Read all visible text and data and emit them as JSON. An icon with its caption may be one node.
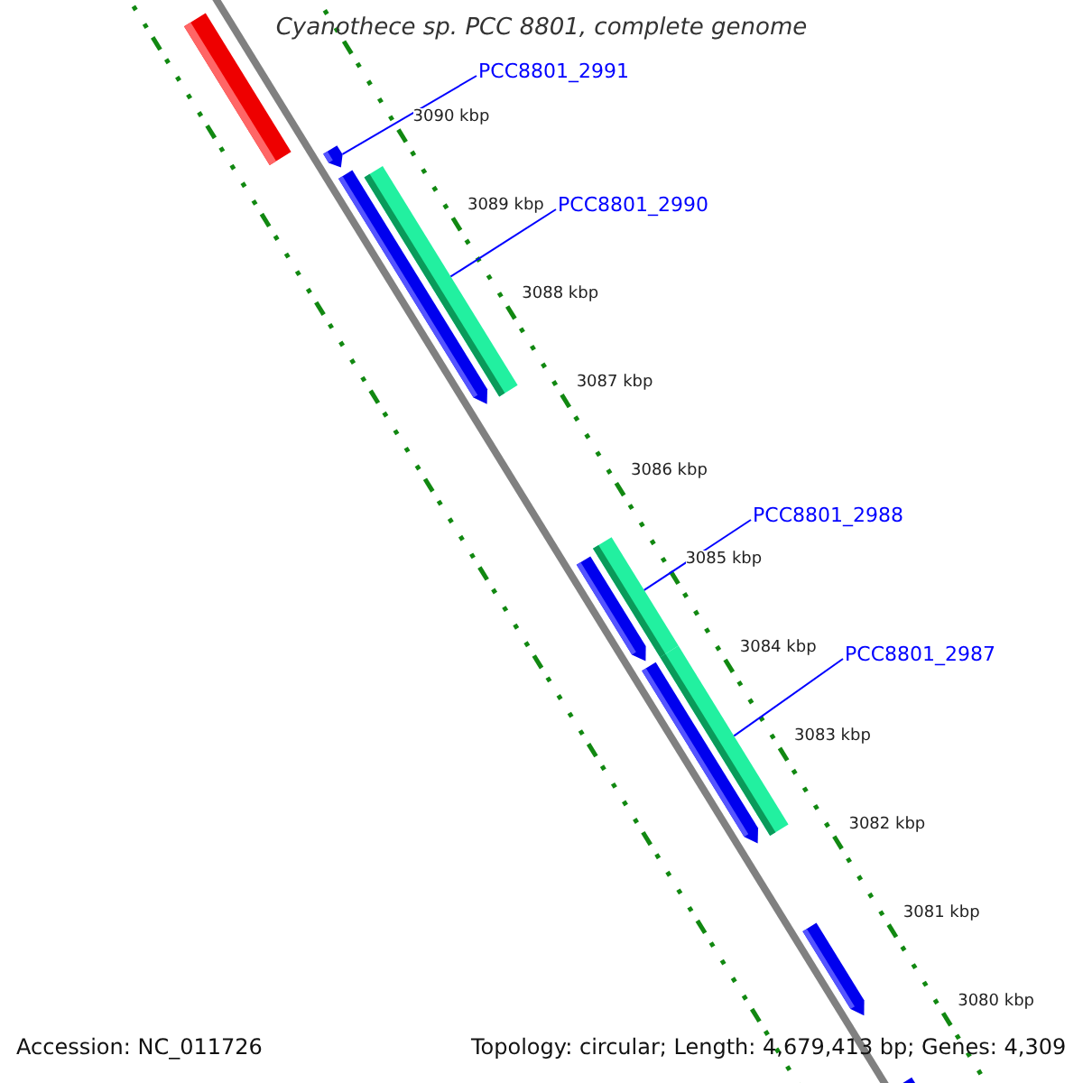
{
  "diagram": {
    "title": "Cyanothece sp. PCC 8801, complete genome",
    "nodes": [
      {
        "text": [
          "PCC8801_2991"
        ]
      },
      {
        "text": [],
        "shape": "arrow"
      },
      {
        "text": [
          "PCC8801_2990"
        ]
      },
      {
        "text": [],
        "shape": "bar"
      },
      {
        "text": [
          "PCC8801_2988"
        ]
      },
      {
        "text": [],
        "shape": "bar"
      },
      {
        "text": [
          "PCC8801_2987"
        ]
      },
      {
        "text": [],
        "shape": "bar"
      }
    ],
    "edges": [
      {
        "from": 0,
        "to": 1,
        "arrow": "none"
      },
      {
        "from": 2,
        "to": 3,
        "arrow": "none"
      },
      {
        "from": 4,
        "to": 5,
        "arrow": "none"
      },
      {
        "from": 6,
        "to": 7,
        "arrow": "none"
      }
    ],
    "labels": [
      "3090 kbp",
      "3089 kbp",
      "3088 kbp",
      "3087 kbp",
      "3086 kbp",
      "3085 kbp",
      "3084 kbp",
      "3083 kbp",
      "3082 kbp",
      "3081 kbp",
      "3080 kbp",
      "Accession: NC_011726",
      "Topology: circular; Length: 4,679,413 bp; Genes: 4,309"
    ]
  }
}
